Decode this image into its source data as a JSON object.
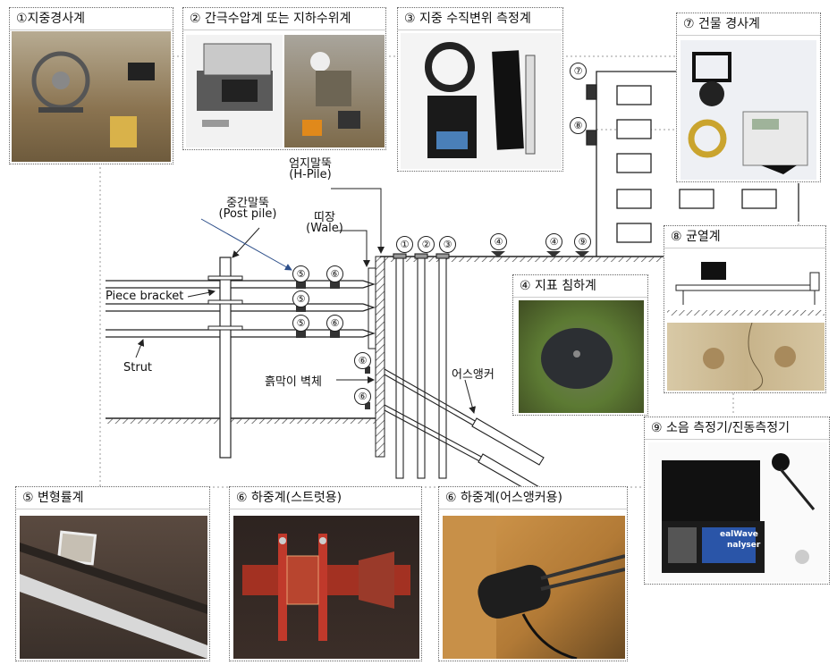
{
  "panels": {
    "p1": {
      "title": "①지중경사계"
    },
    "p2": {
      "title": "② 간극수압계 또는 지하수위계"
    },
    "p3": {
      "title": "③ 지중 수직변위 측정계"
    },
    "p4": {
      "title": "④ 지표 침하계"
    },
    "p5": {
      "title": "⑤ 변형률계"
    },
    "p6a": {
      "title": "⑥ 하중계(스트럿용)"
    },
    "p6b": {
      "title": "⑥ 하중계(어스앵커용)"
    },
    "p7": {
      "title": "⑦ 건물 경사계"
    },
    "p8": {
      "title": "⑧ 균열계"
    },
    "p9": {
      "title": "⑨ 소음 측정기/진동측정기",
      "device_brand": "ealWave",
      "device_model": "nalyser"
    }
  },
  "labels": {
    "hpile_ko": "엄지말뚝",
    "hpile_en": "(H-Pile)",
    "postpile_ko": "중간말뚝",
    "postpile_en": "(Post pile)",
    "wale_ko": "띠장",
    "wale_en": "(Wale)",
    "piece_bracket": "Piece bracket",
    "strut": "Strut",
    "wall": "흙막이 벽체",
    "anchor": "어스앵커"
  },
  "markers": {
    "m1": "①",
    "m2": "②",
    "m3": "③",
    "m4a": "④",
    "m4b": "④",
    "m9": "⑨",
    "m7": "⑦",
    "m8": "⑧",
    "s5a": "⑤",
    "s6a": "⑥",
    "s5b": "⑤",
    "s5c": "⑤",
    "s6c": "⑥",
    "a6a": "⑥",
    "a6b": "⑥"
  },
  "colors": {
    "photo_soil": "#8a7350",
    "photo_green": "#5c7a33",
    "photo_red": "#b0392a",
    "photo_wood": "#c08a3e",
    "photo_grey": "#d9d9d9",
    "line": "#222222",
    "pointer_blue": "#2d4f8a"
  }
}
